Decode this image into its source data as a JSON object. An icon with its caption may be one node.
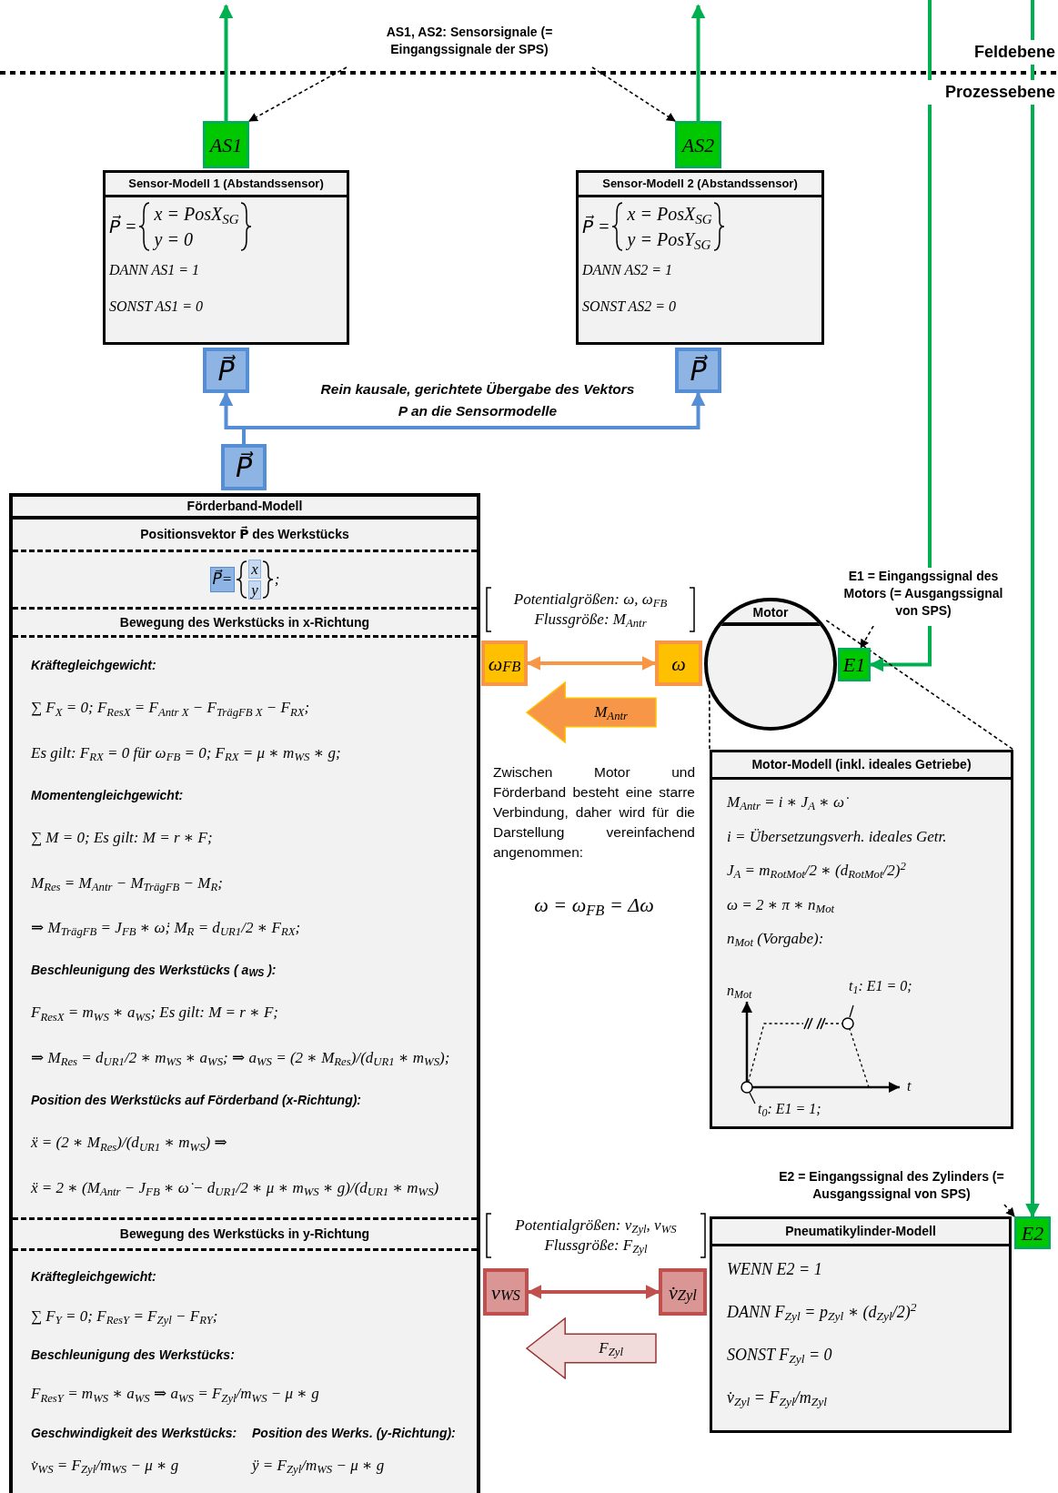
{
  "diagram": {
    "nodes": [
      {
        "text": [
          "AS1"
        ]
      },
      {
        "text": [
          "Sensor-Modell 1 (Abstandssensor)",
          "P⃗ =",
          "x = PosX$_{SG}$",
          "y = 0",
          "DANN AS1 = 1",
          "SONST AS1 = 0"
        ]
      },
      {
        "text": [
          "P⃗"
        ]
      },
      {
        "text": [
          "AS2"
        ]
      },
      {
        "text": [
          "Sensor-Modell 2 (Abstandssensor)",
          "P⃗ =",
          "x = PosX$_{SG}$",
          "y = PosY$_{SG}$",
          "DANN AS2 = 1",
          "SONST AS2 = 0"
        ]
      },
      {
        "text": [
          "P⃗"
        ]
      },
      {
        "text": [
          "P⃗"
        ]
      },
      {
        "text": [
          "Förderband-Modell"
        ]
      },
      {
        "text": [
          "Positionsvektor P⃗ des Werkstücks"
        ],
        "in": 7
      },
      {
        "text": [
          "P⃗=",
          "x",
          "y",
          ";"
        ],
        "in": 7
      },
      {
        "text": [
          "Bewegung des Werkstücks in x-Richtung"
        ],
        "in": 7
      },
      {
        "text": [
          "Kräftegleichgewicht:",
          "∑ F$_{X}$ = 0;  F$_{ResX}$ = F$_{Antr X}$ − F$_{TrägFB X}$ − F$_{RX}$;",
          "Es gilt: F$_{RX}$ = 0 für ω$_{FB}$ = 0;  F$_{RX}$ = μ ∗ m$_{WS}$ ∗ g;",
          "Momentengleichgewicht:",
          "∑ M = 0;  Es gilt: M = r ∗ F;",
          "M$_{Res}$ = M$_{Antr}$ − M$_{TrägFB}$ − M$_{R}$;",
          "⇒ M$_{TrägFB}$ = J$_{FB}$ ∗ ω̇;  M$_{R}$ = d$_{UR1}$/2 ∗ F$_{RX}$;",
          "Beschleunigung des Werkstücks ( a$_{WS}$ ):",
          "F$_{ResX}$ = m$_{WS}$ ∗ a$_{WS}$;  Es gilt: M = r ∗ F;",
          "⇒ M$_{Res}$ = d$_{UR1}$/2 ∗ m$_{WS}$ ∗ a$_{WS}$;  ⇒ a$_{WS}$ = (2 ∗ M$_{Res}$)/(d$_{UR1}$ ∗ m$_{WS}$);",
          "Position des Werkstücks auf Förderband (x-Richtung):",
          "ẍ = (2 ∗ M$_{Res}$)/(d$_{UR1}$ ∗ m$_{WS}$)  ⇒",
          "ẍ = 2 ∗ (M$_{Antr}$ − J$_{FB}$ ∗ ω̇ − d$_{UR1}$/2 ∗ μ ∗ m$_{WS}$ ∗ g)/(d$_{UR1}$ ∗ m$_{WS}$)"
        ],
        "in": 7
      },
      {
        "text": [
          "Bewegung des Werkstücks in y-Richtung"
        ],
        "in": 7
      },
      {
        "text": [
          "Kräftegleichgewicht:",
          "∑ F$_{Y}$ = 0;  F$_{ResY}$ = F$_{Zyl}$ − F$_{RY}$;",
          "Beschleunigung des Werkstücks:",
          "F$_{ResY}$ = m$_{WS}$ ∗ a$_{WS}$  ⇒  a$_{WS}$ = F$_{Zyl}$/m$_{WS}$ − μ ∗ g",
          "Geschwindigkeit des Werkstücks:",
          "Position des Werks. (y-Richtung):",
          "v̇$_{WS}$ = F$_{Zyl}$/m$_{WS}$ − μ ∗ g",
          "ÿ = F$_{Zyl}$/m$_{WS}$ − μ ∗ g"
        ],
        "in": 7
      },
      {
        "text": [
          "ω$_{FB}$"
        ]
      },
      {
        "text": [
          "ω"
        ]
      },
      {
        "text": [
          "M$_{Antr}$"
        ]
      },
      {
        "text": [
          "Motor"
        ]
      },
      {
        "text": [
          "E1"
        ]
      },
      {
        "text": [
          "Motor-Modell (inkl. ideales Getriebe)",
          "M$_{Antr}$ = i ∗ J$_{A}$ ∗ ω̇",
          "i = Übersetzungsverh. ideales Getr.",
          "J$_{A}$ = m$_{RotMot}$/2 ∗ (d$_{RotMot}$/2)$^{2}$",
          "ω = 2 ∗ π ∗ n$_{Mot}$",
          "n$_{Mot}$ (Vorgabe):",
          "n$_{Mot}$",
          "t$_{1}$: E1 = 0;",
          "t",
          "t$_{0}$: E1 = 1;"
        ]
      },
      {
        "text": [
          "v$_{WS}$"
        ]
      },
      {
        "text": [
          "v̇$_{Zyl}$"
        ]
      },
      {
        "text": [
          "F$_{Zyl}$"
        ]
      },
      {
        "text": [
          "Pneumatikylinder-Modell",
          "WENN E2 = 1",
          "DANN F$_{Zyl}$ = p$_{Zyl}$ ∗ (d$_{Zyl}$/2)$^{2}$",
          "SONST F$_{Zyl}$ = 0",
          "v̇$_{Zyl}$ = F$_{Zyl}$/m$_{Zyl}$"
        ]
      },
      {
        "text": [
          "E2"
        ]
      },
      {
        "text": [
          "AS1, AS2: Sensorsignale (= Eingangssignale der SPS)"
        ]
      },
      {
        "text": [
          "E1 = Eingangssignal des Motors (= Ausgangssignal von SPS)"
        ]
      },
      {
        "text": [
          "E2 = Eingangssignal des Zylinders (= Ausgangssignal von SPS)"
        ]
      }
    ],
    "edges": [
      {
        "from": 0,
        "to": null,
        "arrow": "to",
        "color": "#00b050"
      },
      {
        "from": 3,
        "to": null,
        "arrow": "to",
        "color": "#00b050"
      },
      {
        "from": 6,
        "to": 2,
        "arrow": "to",
        "color": "#558ed5"
      },
      {
        "from": 6,
        "to": 5,
        "arrow": "to",
        "color": "#558ed5"
      },
      {
        "from": 14,
        "to": 15,
        "arrow": "both",
        "color": "#f79646"
      },
      {
        "from": null,
        "to": 18,
        "arrow": "to",
        "color": "#00b050"
      },
      {
        "from": null,
        "to": 24,
        "arrow": "to",
        "color": "#00b050"
      },
      {
        "from": 17,
        "to": 19,
        "arrow": "none",
        "style": "dashed"
      },
      {
        "from": 17,
        "to": 19,
        "arrow": "none",
        "style": "dashed"
      },
      {
        "from": 20,
        "to": 21,
        "arrow": "both",
        "color": "#c0504d"
      },
      {
        "from": 25,
        "to": 0,
        "arrow": "to",
        "style": "dashed"
      },
      {
        "from": 25,
        "to": 3,
        "arrow": "to",
        "style": "dashed"
      },
      {
        "from": 26,
        "to": 18,
        "arrow": "to",
        "style": "dashed"
      },
      {
        "from": 27,
        "to": 24,
        "arrow": "to",
        "style": "dashed"
      }
    ],
    "labels": [
      "Feldebene",
      "Prozessebene",
      "Rein kausale, gerichtete Übergabe des Vektors P an die Sensormodelle",
      "Potentialgrößen: ω, ω$_{FB}$",
      "Flussgröße: M$_{Antr}$",
      "Zwischen Motor und Förderband besteht eine starre Verbindung, daher wird für die Darstellung vereinfachend angenommen:",
      "ω = ω$_{FB}$ = Δω",
      "Potentialgrößen: v$_{Zyl}$, v$_{WS}$",
      "Flussgröße: F$_{Zyl}$"
    ]
  }
}
